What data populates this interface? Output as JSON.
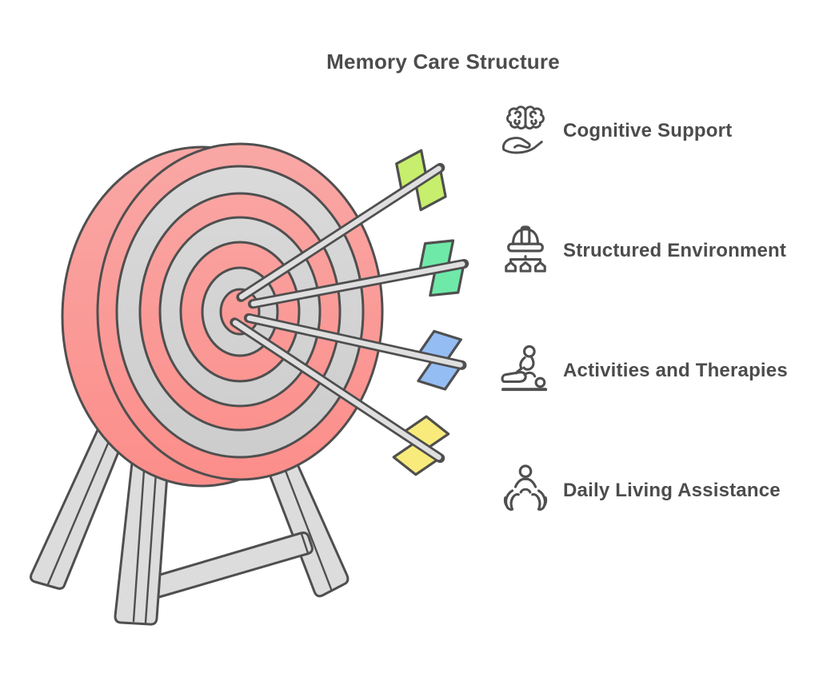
{
  "title": "Memory Care Structure",
  "items": [
    {
      "id": "cognitive-support",
      "label": "Cognitive Support",
      "icon": "brain-over-hand-icon"
    },
    {
      "id": "structured-environment",
      "label": "Structured Environment",
      "icon": "hard-hat-structure-icon"
    },
    {
      "id": "activities-therapies",
      "label": "Activities and Therapies",
      "icon": "massage-therapy-icon"
    },
    {
      "id": "daily-living",
      "label": "Daily Living Assistance",
      "icon": "person-in-hands-icon"
    }
  ],
  "illustration": {
    "description": "archery target on a wooden tripod stand with four arrows stuck in the bullseye",
    "arrows": [
      {
        "fletching": "green"
      },
      {
        "fletching": "mint"
      },
      {
        "fletching": "blue"
      },
      {
        "fletching": "yellow"
      }
    ]
  },
  "colors": {
    "title_text": "#4c4c4c",
    "label_text": "#4c4c4c",
    "outline": "#4f4f4f",
    "target_red_top": "#f9a8a6",
    "target_red_bottom": "#fc8d89",
    "target_gray_top": "#dbdbdb",
    "target_gray_bottom": "#cbcbcb",
    "stand_gray": "#dcdcdc",
    "shaft_gray": "#dfdfdf",
    "fletching_green": "#c7ee6c",
    "fletching_mint": "#6fe9a8",
    "fletching_blue": "#94bdf3",
    "fletching_yellow": "#f8eb7b"
  }
}
